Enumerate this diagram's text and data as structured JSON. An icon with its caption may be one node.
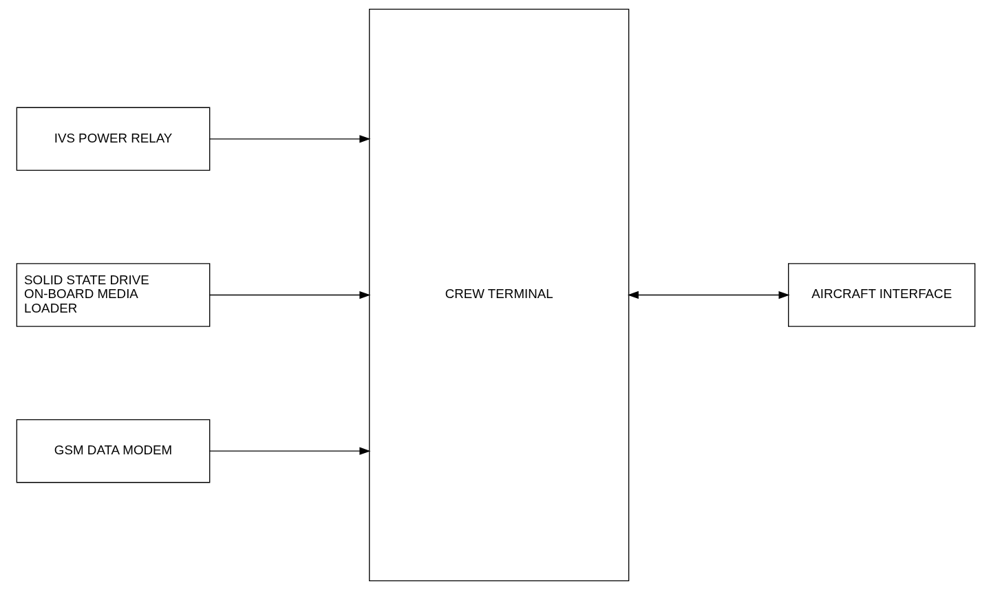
{
  "diagram": {
    "nodes": [
      {
        "text": [
          "IVS POWER RELAY"
        ]
      },
      {
        "text": [
          "SOLID STATE DRIVE ON-BOARD MEDIA LOADER"
        ]
      },
      {
        "text": [
          "GSM DATA MODEM"
        ]
      },
      {
        "text": [
          "CREW TERMINAL"
        ]
      },
      {
        "text": [
          "AIRCRAFT INTERFACE"
        ]
      }
    ],
    "edges": [
      {
        "from": 0,
        "to": 3,
        "arrow": "to"
      },
      {
        "from": 1,
        "to": 3,
        "arrow": "to"
      },
      {
        "from": 2,
        "to": 3,
        "arrow": "to"
      },
      {
        "from": 3,
        "to": 4,
        "arrow": "both"
      }
    ]
  }
}
